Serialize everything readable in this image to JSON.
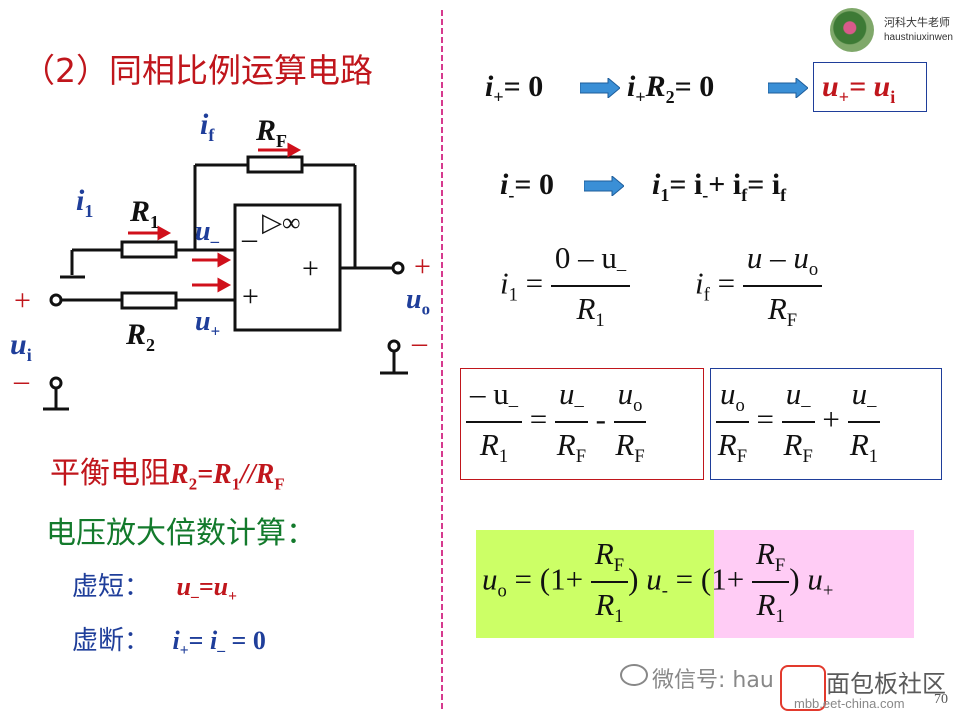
{
  "title": "（2）同相比例运算电路",
  "watermark": {
    "name": "河科大牛老师",
    "sub": "haustniuxinwen"
  },
  "circuit": {
    "if": "i",
    "if_sub": "f",
    "RF": "R",
    "RF_sub": "F",
    "i1": "i",
    "i1_sub": "1",
    "R1": "R",
    "R1_sub": "1",
    "R2": "R",
    "R2_sub": "2",
    "uminus": "u",
    "uminus_sub": "–",
    "uplus": "u",
    "uplus_sub": "+",
    "ui": "u",
    "ui_sub": "i",
    "uo": "u",
    "uo_sub": "o",
    "opamp_sym": "▷∞",
    "minus_in": "–",
    "plus_in": "+",
    "out_plus": "+",
    "plus": "+",
    "minus": "–"
  },
  "left_text": {
    "balance": "平衡电阻",
    "balance_eq": "R2=R1//RF",
    "gain_title": "电压放大倍数计算：",
    "virtual_short_label": "虚短：",
    "virtual_short_eq": "u–=u+",
    "virtual_open_label": "虚断：",
    "virtual_open_eq": "i+= i– = 0"
  },
  "right": {
    "row1a": "= 0",
    "row1b": "R",
    "row1b2": "= 0",
    "row1c": "= u",
    "row2a": "= 0",
    "row2b": "= i",
    "row2c": "+ i",
    "row2d": "= i",
    "eq_i1_num": "0 – u",
    "eq_if_num": "u – u",
    "eq": "=",
    "plus": "+",
    "dash": "-",
    "box_left_num1": "– u",
    "bottom_one": "(1+",
    "bottom_close": ")",
    "bottom_eq": "=",
    "bottom_dash": "-"
  },
  "footer": {
    "wechat": "微信号: hau",
    "site": "面包板社区",
    "url": "mbb.eet-china.com",
    "page": "70"
  },
  "colors": {
    "red": "#c0161c",
    "blue": "#1f3e9a",
    "green": "#137a2c",
    "yellow": "#ccff66",
    "pink": "#ffccf5",
    "divider": "#d63a8e"
  }
}
